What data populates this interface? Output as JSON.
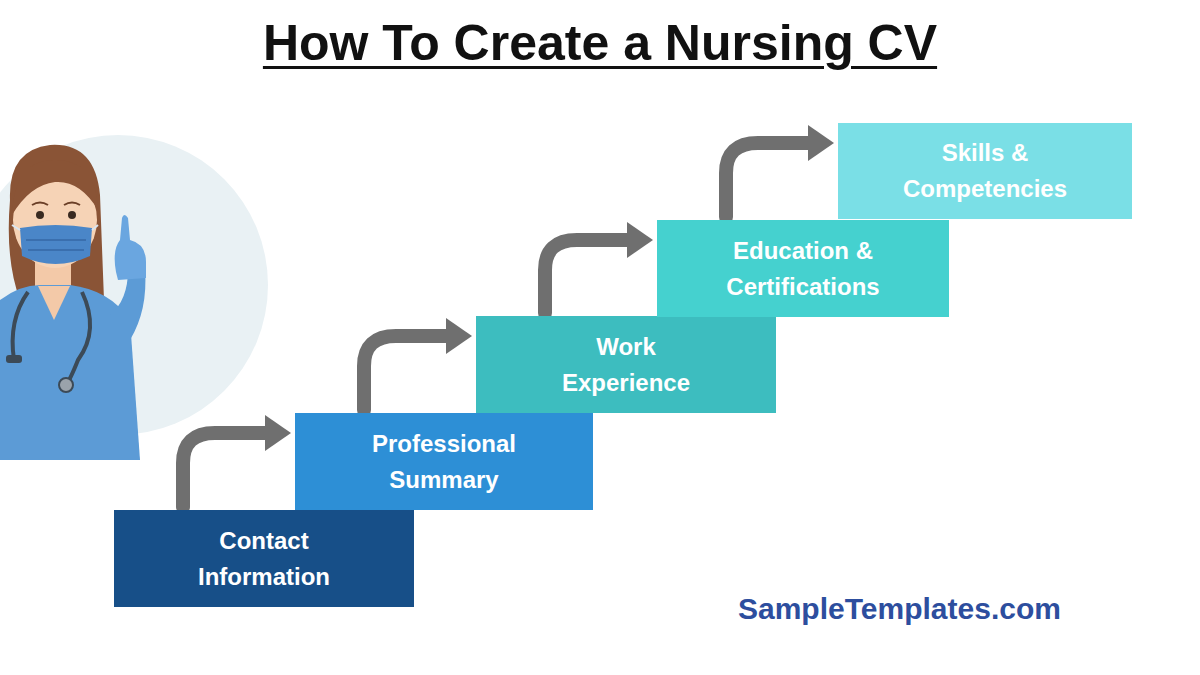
{
  "diagram": {
    "title": "How To Create a Nursing CV",
    "nodes": [
      {
        "text": [
          "Contact Information"
        ]
      },
      {
        "text": [
          "Professional Summary"
        ]
      },
      {
        "text": [
          "Work Experience"
        ]
      },
      {
        "text": [
          "Education & Certifications"
        ]
      },
      {
        "text": [
          "Skills & Competencies"
        ]
      }
    ],
    "edges": [
      {
        "from": 0,
        "to": 1,
        "arrow": "to"
      },
      {
        "from": 1,
        "to": 2,
        "arrow": "to"
      },
      {
        "from": 2,
        "to": 3,
        "arrow": "to"
      },
      {
        "from": 3,
        "to": 4,
        "arrow": "to"
      }
    ],
    "labels": [
      "SampleTemplates.com"
    ]
  }
}
